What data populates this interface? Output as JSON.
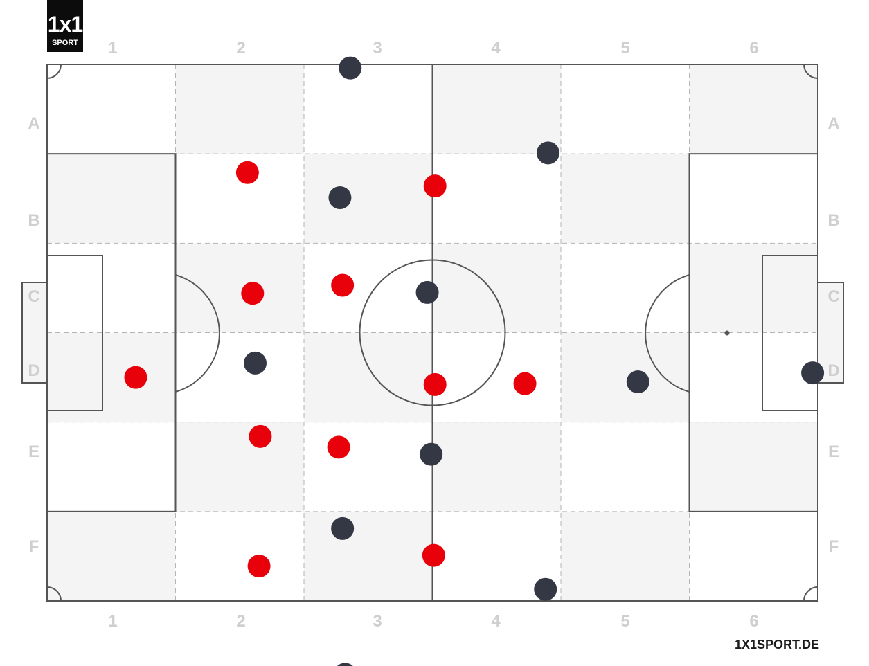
{
  "branding": {
    "logo_mark": "1x1",
    "logo_sub": "SPORT",
    "site_url": "1X1SPORT.DE"
  },
  "grid": {
    "columns": [
      "1",
      "2",
      "3",
      "4",
      "5",
      "6"
    ],
    "rows": [
      "A",
      "B",
      "C",
      "D",
      "E",
      "F"
    ]
  },
  "colors": {
    "red_team": "#e8000a",
    "dark_team": "#333844",
    "zone_shade": "#f4f4f4",
    "lines": "#555555",
    "labels": "#cfcfcf"
  },
  "players": {
    "red": [
      {
        "col": 1.69,
        "row": 3.5
      },
      {
        "col": 2.56,
        "row": 1.21
      },
      {
        "col": 2.6,
        "row": 2.56
      },
      {
        "col": 2.66,
        "row": 4.16
      },
      {
        "col": 2.65,
        "row": 5.61
      },
      {
        "col": 3.3,
        "row": 2.47
      },
      {
        "col": 3.27,
        "row": 4.28
      },
      {
        "col": 4.02,
        "row": 1.36
      },
      {
        "col": 4.02,
        "row": 3.58
      },
      {
        "col": 4.01,
        "row": 5.49
      },
      {
        "col": 4.72,
        "row": 3.57
      }
    ],
    "dark": [
      {
        "col": 3.36,
        "row": 0.04
      },
      {
        "col": 3.28,
        "row": 1.49
      },
      {
        "col": 2.62,
        "row": 3.34
      },
      {
        "col": 3.3,
        "row": 5.19
      },
      {
        "col": 3.32,
        "row": 6.82
      },
      {
        "col": 3.96,
        "row": 2.55
      },
      {
        "col": 3.99,
        "row": 4.36
      },
      {
        "col": 4.9,
        "row": 0.99
      },
      {
        "col": 4.88,
        "row": 5.87
      },
      {
        "col": 5.6,
        "row": 3.55
      },
      {
        "col": 6.96,
        "row": 3.45
      }
    ]
  }
}
